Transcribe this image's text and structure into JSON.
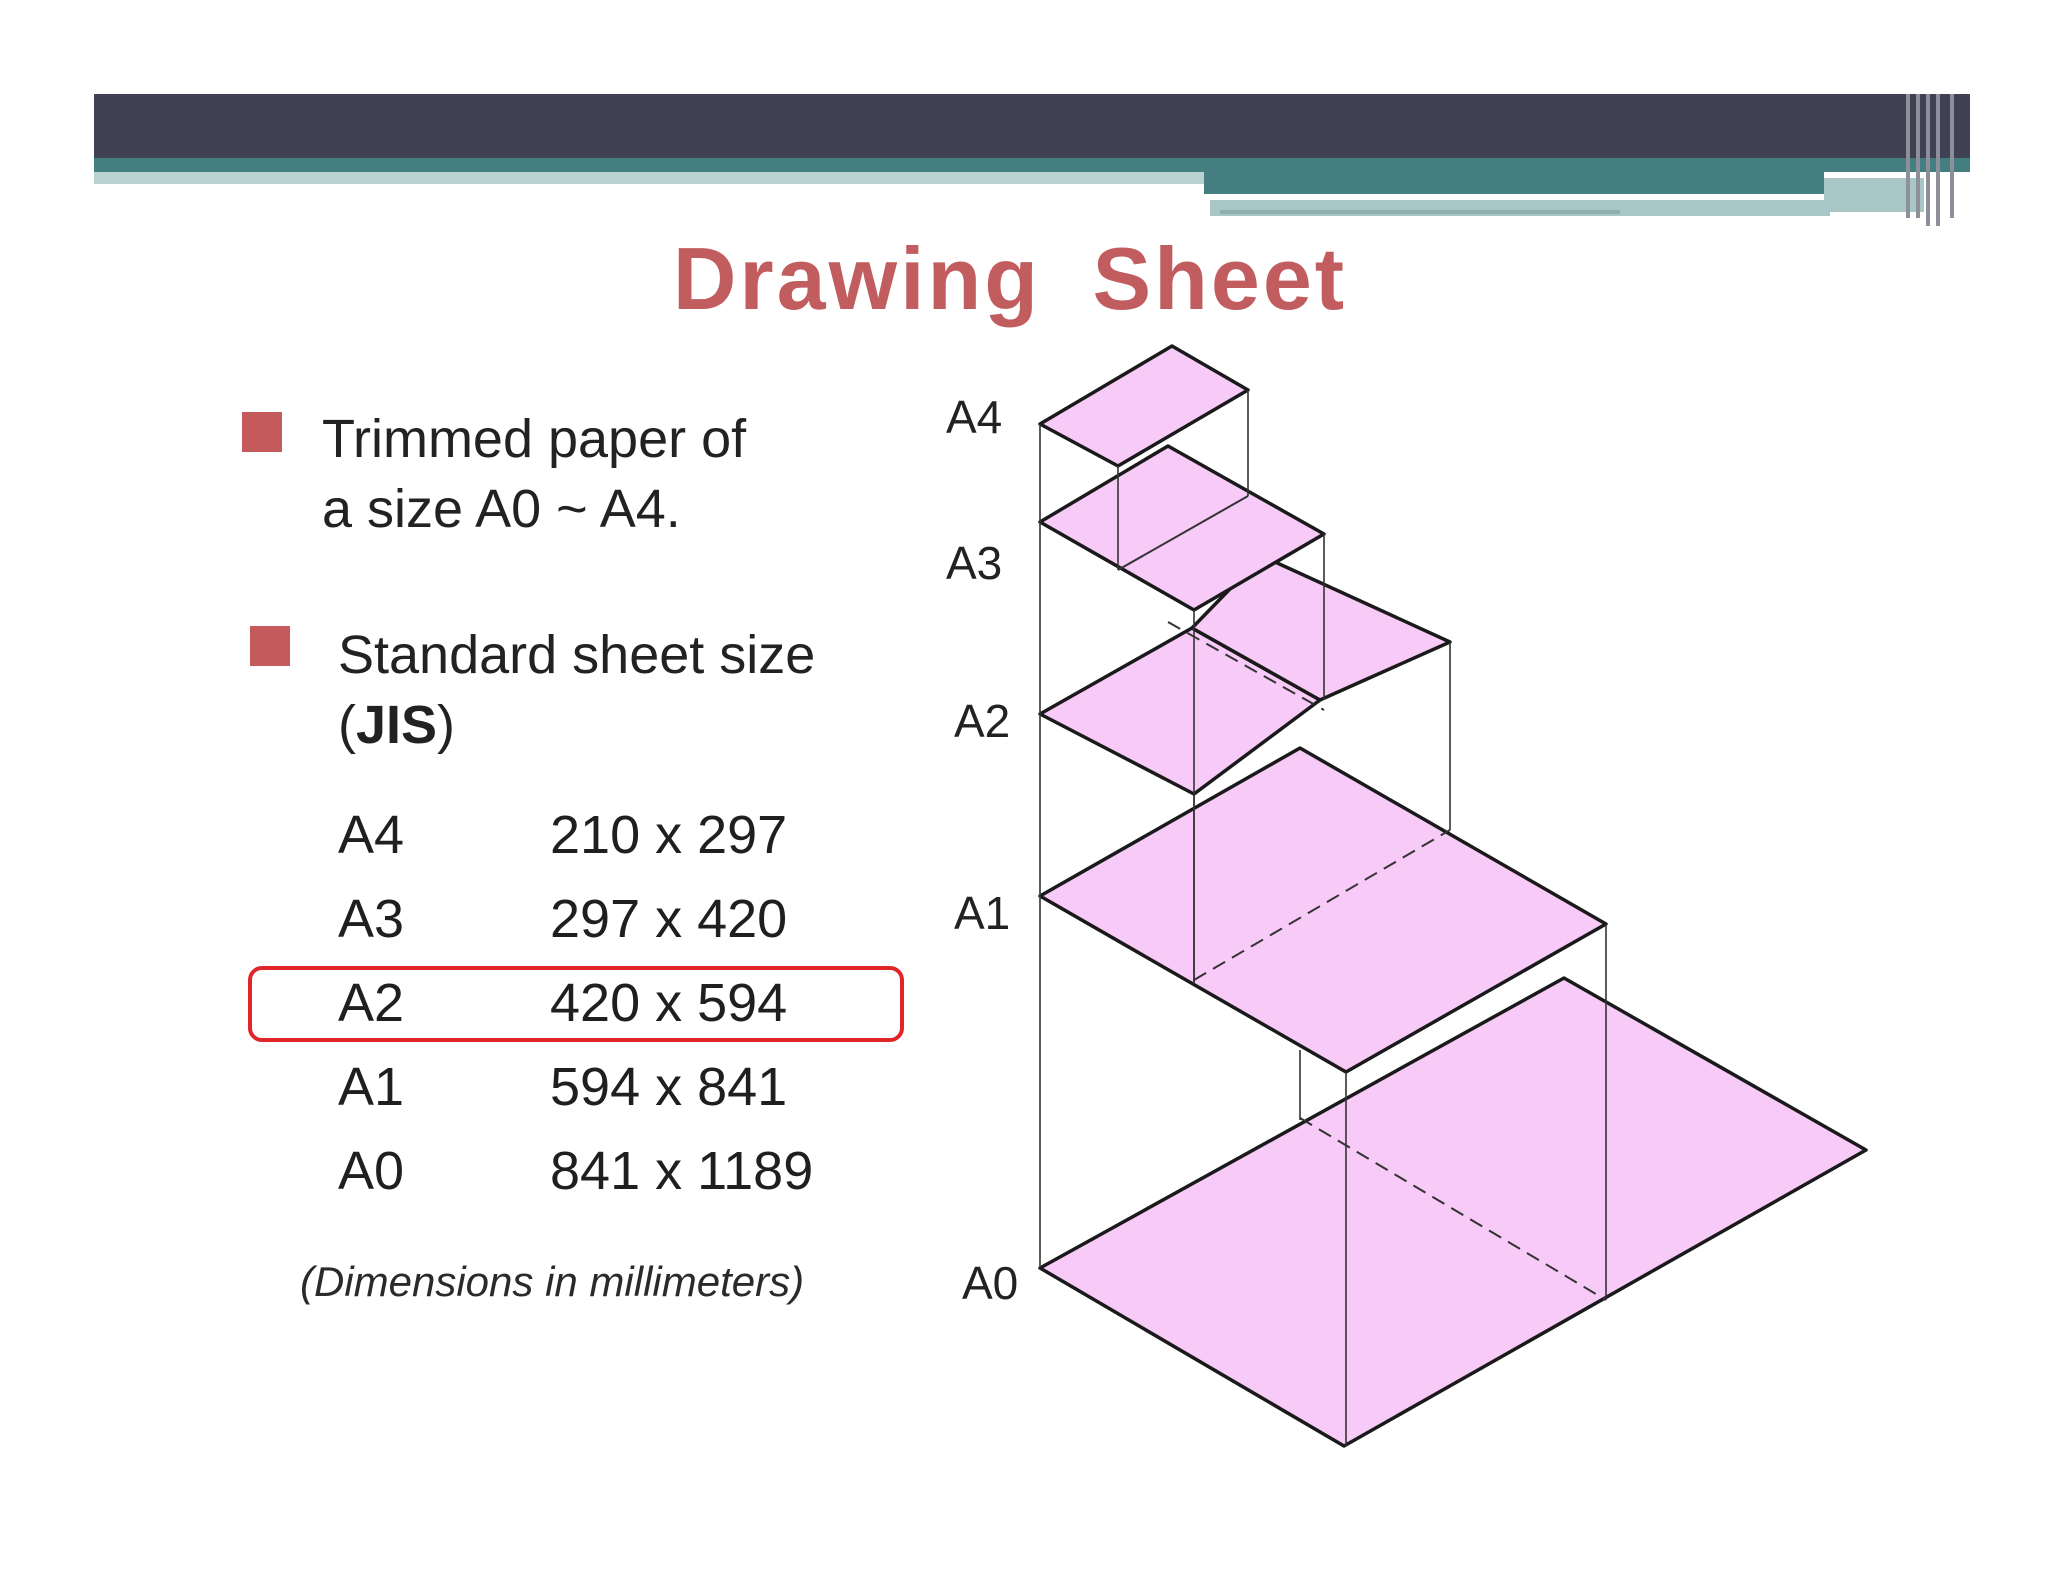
{
  "title": "Drawing  Sheet",
  "bullets": [
    {
      "line1": "Trimmed paper of",
      "line2": "a size A0 ~ A4."
    },
    {
      "line1": "Standard sheet size",
      "line2_open": "(",
      "line2_bold": "JIS",
      "line2_close": ")"
    }
  ],
  "sizes": [
    {
      "name": "A4",
      "dims": "210 x 297"
    },
    {
      "name": "A3",
      "dims": "297 x 420"
    },
    {
      "name": "A2",
      "dims": "420 x 594",
      "highlighted": true
    },
    {
      "name": "A1",
      "dims": "594 x 841"
    },
    {
      "name": "A0",
      "dims": "841 x 1189"
    }
  ],
  "note": "(Dimensions in millimeters)",
  "diagram_labels": [
    "A4",
    "A3",
    "A2",
    "A1",
    "A0"
  ],
  "colors": {
    "title": "#c25d5f",
    "bullet": "#c45a5c",
    "sheet_fill": "#f7caf8",
    "highlight": "#e0262b",
    "header": "#404153",
    "header_accent": "#447e80"
  }
}
